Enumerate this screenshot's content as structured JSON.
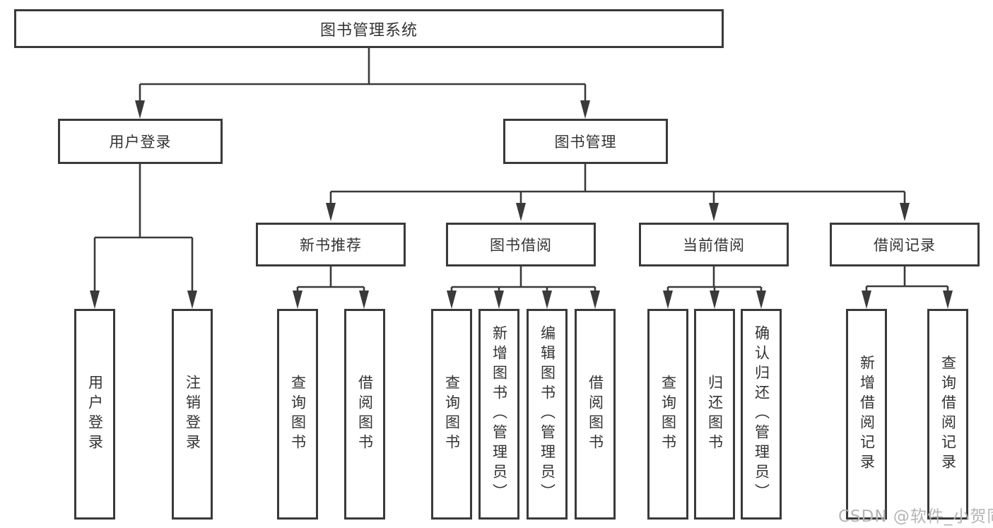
{
  "diagram_type": "hierarchy-tree",
  "colors": {
    "line": "#3a3a3a",
    "border": "#3a3a3a",
    "text": "#333333",
    "watermark": "#b4b4b4",
    "background": "#ffffff"
  },
  "tree": {
    "label": "图书管理系统",
    "children": [
      {
        "label": "用户登录",
        "children": [
          {
            "label": "用户登录"
          },
          {
            "label": "注销登录"
          }
        ]
      },
      {
        "label": "图书管理",
        "children": [
          {
            "label": "新书推荐",
            "children": [
              {
                "label": "查询图书"
              },
              {
                "label": "借阅图书"
              }
            ]
          },
          {
            "label": "图书借阅",
            "children": [
              {
                "label": "查询图书"
              },
              {
                "label": "新增图书（管理员）"
              },
              {
                "label": "编辑图书（管理员）"
              },
              {
                "label": "借阅图书"
              }
            ]
          },
          {
            "label": "当前借阅",
            "children": [
              {
                "label": "查询图书"
              },
              {
                "label": "归还图书"
              },
              {
                "label": "确认归还（管理员）"
              }
            ]
          },
          {
            "label": "借阅记录",
            "children": [
              {
                "label": "新增借阅记录"
              },
              {
                "label": "查询借阅记录"
              }
            ]
          }
        ]
      }
    ]
  },
  "watermark": {
    "text": "CSDN @软件_小贺同学"
  }
}
